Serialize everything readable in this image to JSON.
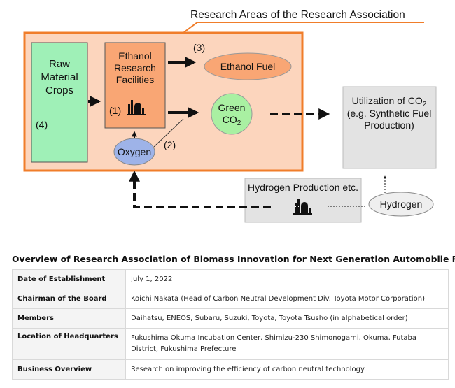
{
  "diagram": {
    "title": "Research Areas of the Research Association",
    "nodes": {
      "raw_material": [
        "Raw",
        "Material",
        "Crops"
      ],
      "raw_material_number": "(4)",
      "ethanol_facilities": [
        "Ethanol",
        "Research",
        "Facilities"
      ],
      "ethanol_facilities_number": "(1)",
      "ethanol_fuel": "Ethanol Fuel",
      "ethanol_fuel_number": "(3)",
      "green_co2": "Green",
      "green_co2_formula": "CO",
      "green_co2_sub": "2",
      "oxygen": "Oxygen",
      "oxygen_number": "(2)",
      "utilization_line1": "Utilization of CO",
      "utilization_sub": "2",
      "utilization_line2": "(e.g. Synthetic Fuel",
      "utilization_line3": "Production)",
      "hydrogen_production": "Hydrogen Production etc.",
      "hydrogen": "Hydrogen"
    },
    "colors": {
      "research_area_fill": "#fcd5bd",
      "research_area_border": "#f07d2a",
      "raw_material_fill": "#9ff0b7",
      "ethanol_facilities_fill": "#f9a674",
      "ethanol_fuel_fill": "#f9a674",
      "green_co2_fill": "#a9f0a2",
      "oxygen_fill": "#9eb3e8",
      "grey_panel": "#e3e3e3",
      "hydrogen_fill": "#efefef"
    },
    "icons": [
      "factory-icon",
      "factory-icon",
      "factory-icon"
    ]
  },
  "overview": {
    "title": "Overview of Research Association of Biomass Innovation for Next Generation Automobile Fuels",
    "rows": [
      {
        "label": "Date of Establishment",
        "value": "July 1, 2022"
      },
      {
        "label": "Chairman of the Board",
        "value": "Koichi Nakata (Head of Carbon Neutral Development Div. Toyota Motor Corporation)"
      },
      {
        "label": "Members",
        "value": "Daihatsu, ENEOS, Subaru, Suzuki, Toyota, Toyota Tsusho (in alphabetical order)"
      },
      {
        "label": "Location of Headquarters",
        "value": "Fukushima Okuma Incubation Center, Shimizu-230 Shimonogami, Okuma, Futaba District, Fukushima Prefecture"
      },
      {
        "label": "Business Overview",
        "value": "Research on improving the efficiency of carbon neutral technology"
      }
    ]
  }
}
